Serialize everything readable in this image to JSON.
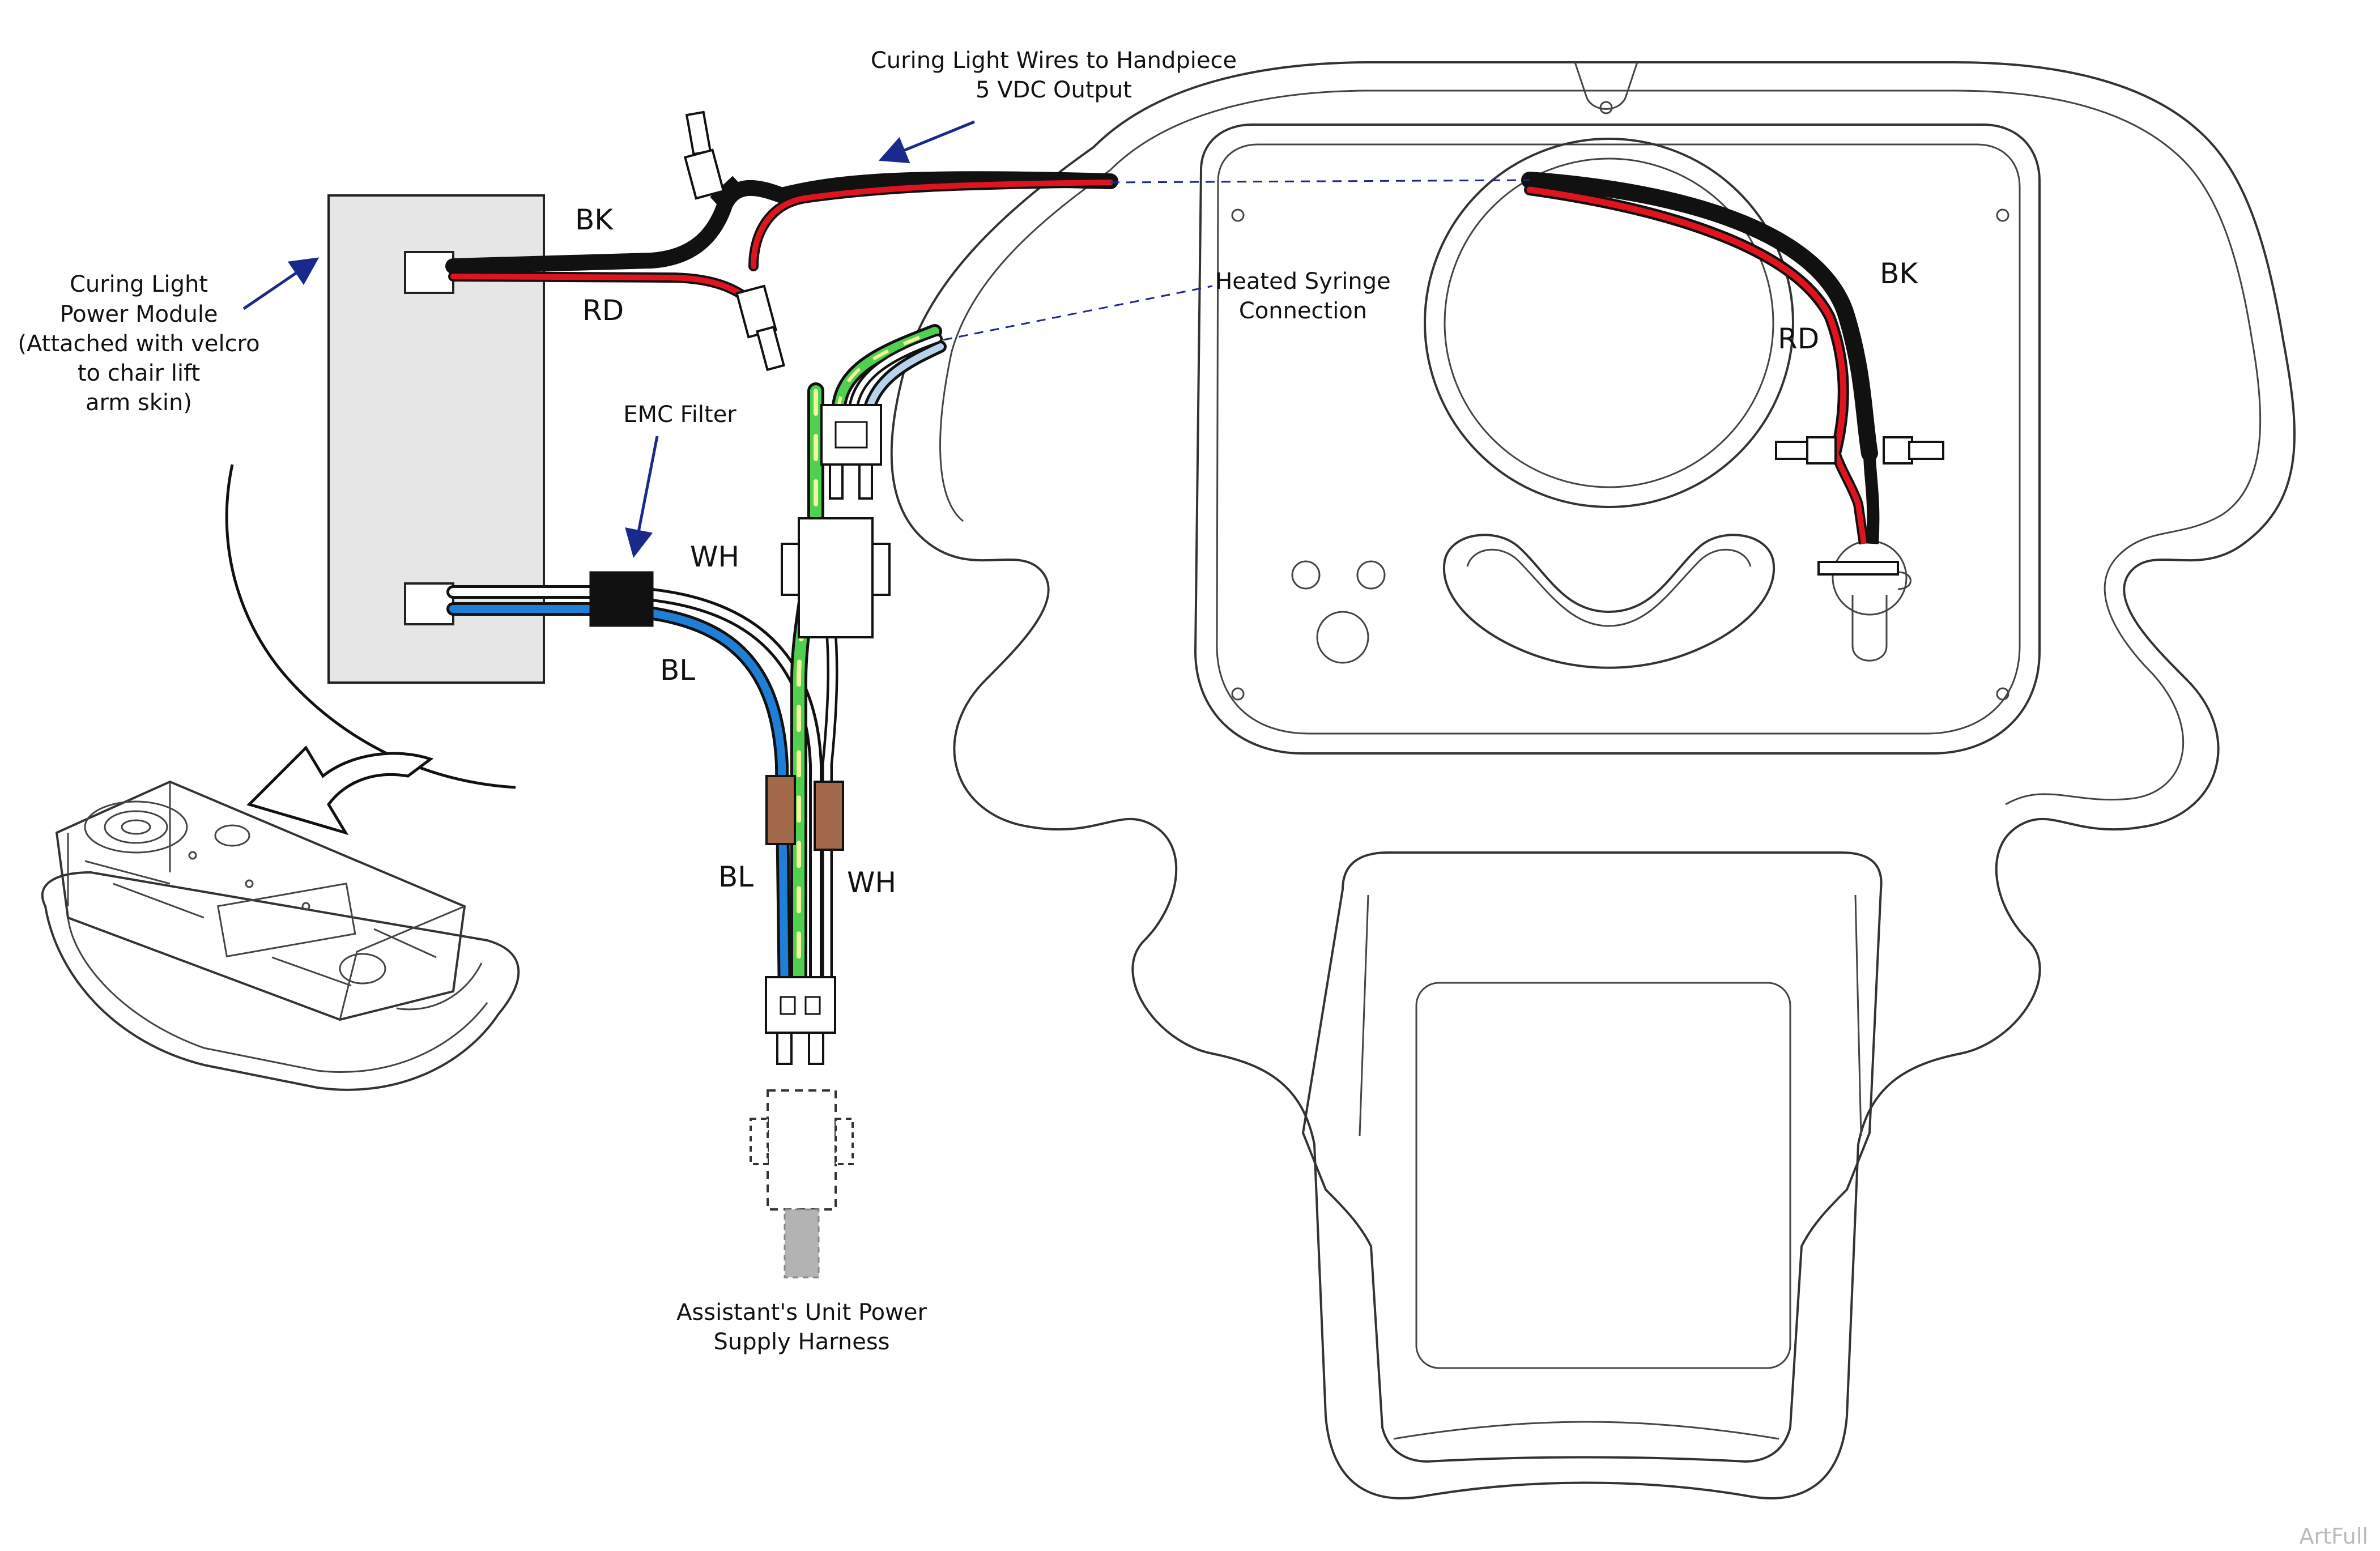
{
  "labels": {
    "curing_wires_line1": "Curing Light Wires to Handpiece",
    "curing_wires_line2": "5 VDC Output",
    "power_module_line1": "Curing Light",
    "power_module_line2": "Power Module",
    "power_module_line3": "(Attached with velcro",
    "power_module_line4": "to chair lift",
    "power_module_line5": "arm skin)",
    "emc_filter": "EMC Filter",
    "heated_syringe_line1": "Heated Syringe",
    "heated_syringe_line2": "Connection",
    "assistant_line1": "Assistant's Unit Power",
    "assistant_line2": "Supply Harness",
    "watermark": "ArtFull"
  },
  "wire_codes": {
    "bk_left": "BK",
    "rd_left": "RD",
    "wh_top": "WH",
    "bl_top": "BL",
    "bl_bottom": "BL",
    "wh_bottom": "WH",
    "bk_right": "BK",
    "rd_right": "RD"
  },
  "colors": {
    "black_wire": "#111111",
    "red_wire": "#e0141e",
    "white_wire": "#ffffff",
    "blue_wire": "#1f7fd6",
    "green_wire": "#4fd14f",
    "yellow_stripe": "#f2f59a",
    "light_blue_wire": "#b9d3ec",
    "ferrite": "#a26a4a",
    "module_fill": "#e6e6e6",
    "arrow": "#1a2a8c"
  }
}
